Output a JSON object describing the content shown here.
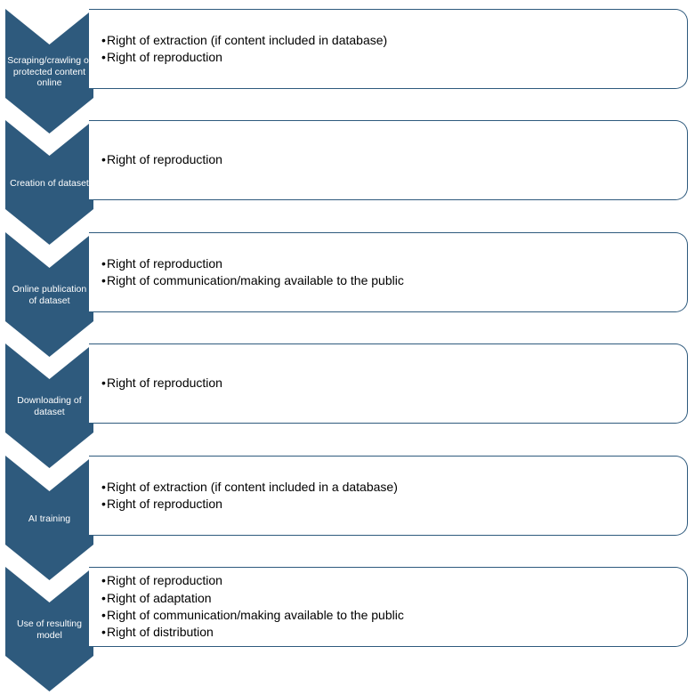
{
  "colors": {
    "chevron_fill": "#2e5a7d",
    "box_border": "#2e5a7d",
    "text": "#000000",
    "chevron_text": "#ffffff"
  },
  "steps": [
    {
      "label": "Scraping/crawling of protected content online",
      "rights": [
        "Right of extraction (if content included in database)",
        "Right of reproduction"
      ]
    },
    {
      "label": "Creation of dataset",
      "rights": [
        "Right of reproduction"
      ]
    },
    {
      "label": "Online publication of dataset",
      "rights": [
        "Right of reproduction",
        "Right of communication/making available to the public"
      ]
    },
    {
      "label": "Downloading of dataset",
      "rights": [
        "Right of reproduction"
      ]
    },
    {
      "label": "AI training",
      "rights": [
        "Right of extraction (if content included in a database)",
        "Right of reproduction"
      ]
    },
    {
      "label": "Use of resulting model",
      "rights": [
        "Right of reproduction",
        "Right of adaptation",
        "Right of communication/making available to the public",
        "Right of distribution"
      ]
    }
  ]
}
